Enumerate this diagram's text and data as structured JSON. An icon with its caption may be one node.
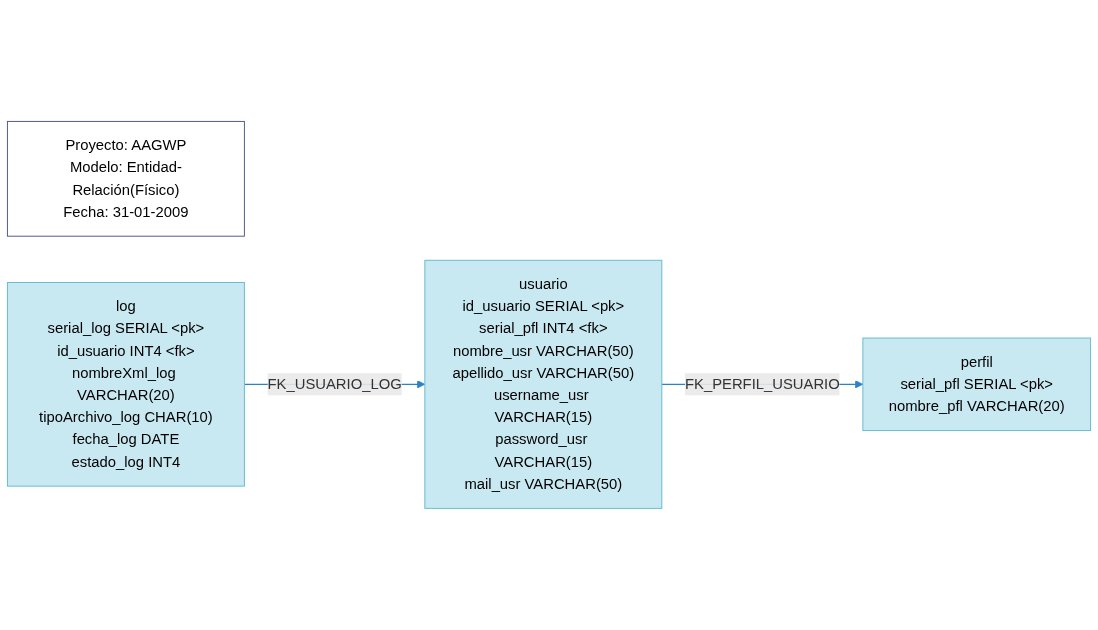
{
  "diagram": {
    "nodes": [
      {
        "text": [
          "usuario",
          "id_usuario SERIAL <pk>",
          "serial_pfl INT4 <fk>",
          "nombre_usr VARCHAR(50)",
          "apellido_usr VARCHAR(50)",
          "username_usr VARCHAR(15)",
          "password_usr VARCHAR(15)",
          "mail_usr VARCHAR(50)"
        ]
      },
      {
        "text": [
          "perfil",
          "serial_pfl SERIAL <pk>",
          "nombre_pfl VARCHAR(20)"
        ]
      },
      {
        "text": [
          "Proyecto: AAGWP",
          "Modelo: Entidad-Relación(Físico)",
          "Fecha: 31-01-2009"
        ]
      },
      {
        "text": [
          "log",
          "serial_log SERIAL <pk>",
          "id_usuario INT4 <fk>",
          "nombreXml_log VARCHAR(20)",
          "tipoArchivo_log CHAR(10)",
          "fecha_log DATE",
          "estado_log INT4"
        ]
      }
    ],
    "edges": [
      {
        "from": 0,
        "to": 1,
        "arrow": "to",
        "label": "FK_PERFIL_USUARIO"
      },
      {
        "from": 3,
        "to": 0,
        "arrow": "to",
        "label": "FK_USUARIO_LOG"
      }
    ]
  }
}
